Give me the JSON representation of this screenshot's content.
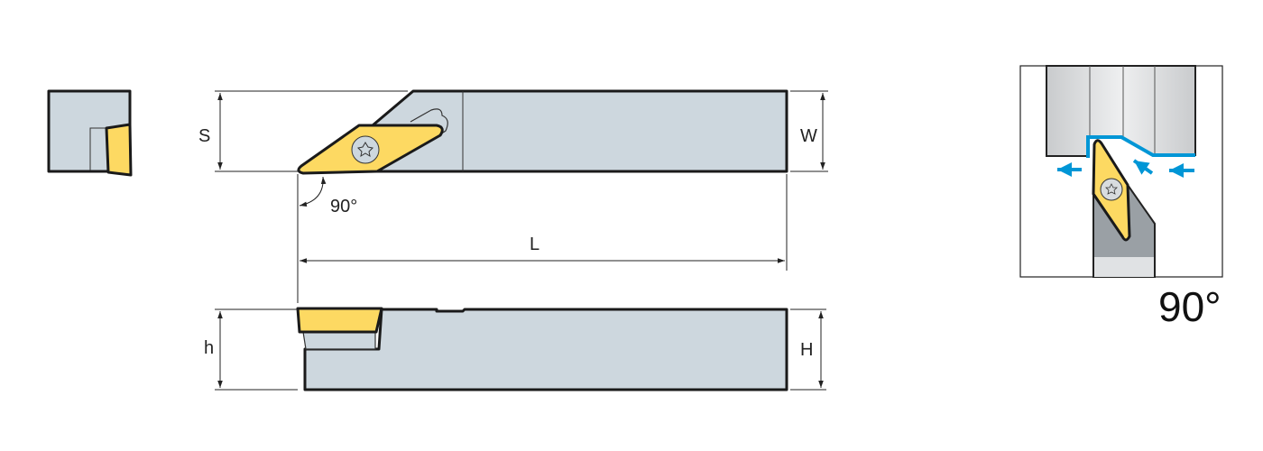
{
  "dimensions": {
    "S": "S",
    "W": "W",
    "L": "L",
    "h": "h",
    "H": "H",
    "angle": "90°"
  },
  "inset": {
    "approach_angle": "90°"
  },
  "colors": {
    "holder": "#cdd7de",
    "insert": "#fdd962",
    "feed_arrows": "#0096d6",
    "outline": "#1a1a1a"
  }
}
